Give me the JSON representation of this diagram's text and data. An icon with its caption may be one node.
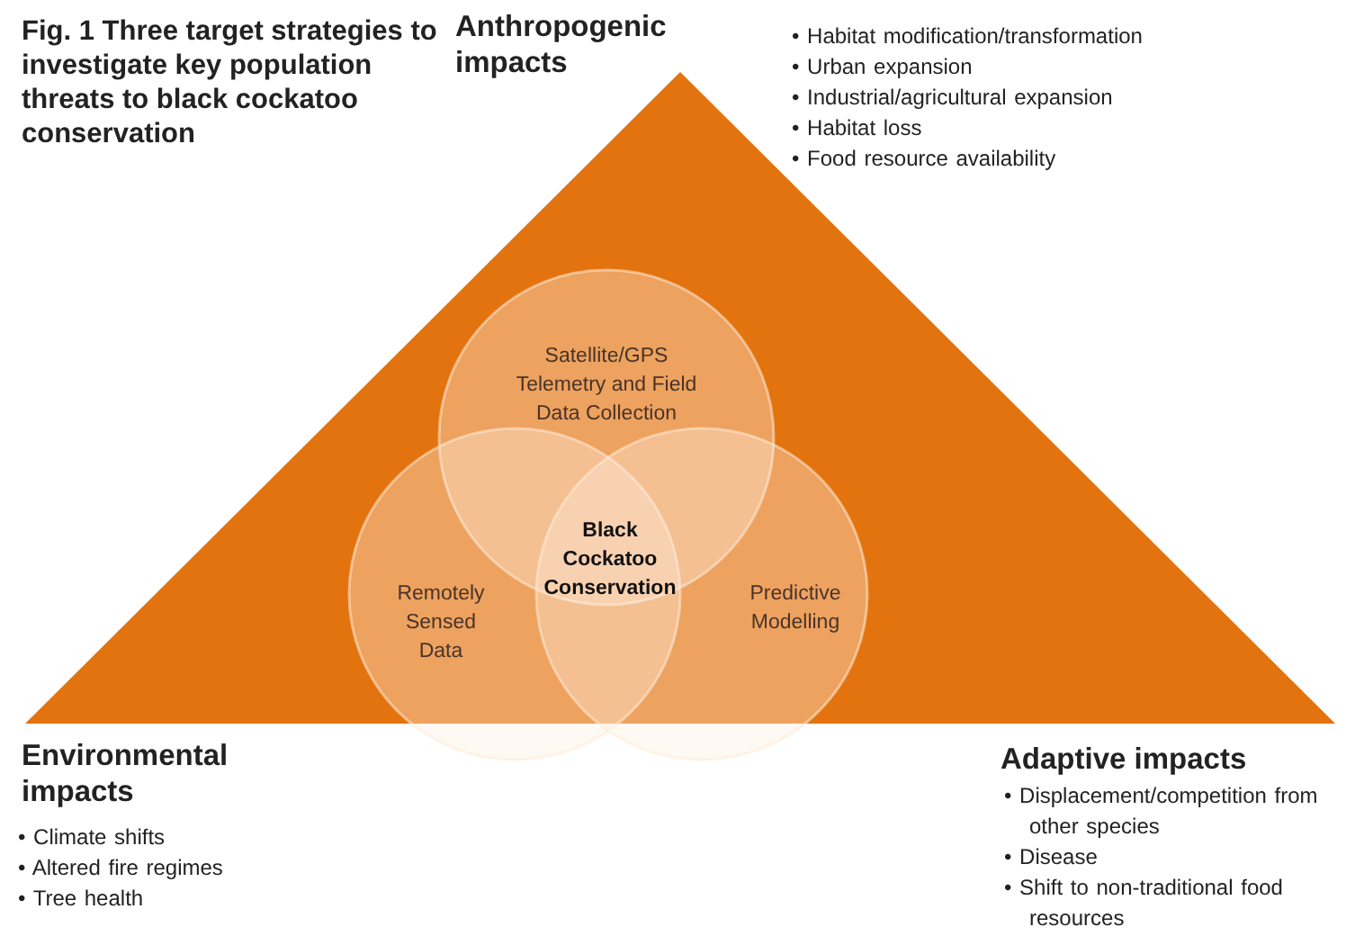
{
  "diagram": {
    "title": "Fig. 1 Three target strategies to investigate key population threats to black cockatoo conservation",
    "nodes": [
      {
        "text": [],
        "shape": "triangle"
      },
      {
        "text": [
          "Satellite/GPS Telemetry and Field Data Collection"
        ],
        "in": 0
      },
      {
        "text": [
          "Remotely Sensed Data"
        ],
        "in": 0
      },
      {
        "text": [
          "Predictive Modelling"
        ],
        "in": 0
      }
    ],
    "edges": [],
    "labels": [
      "Black Cockatoo Conservation",
      "Anthropogenic impacts",
      "• Habitat modification/transformation",
      "• Urban expansion",
      "• Industrial/agricultural expansion",
      "• Habitat loss",
      "• Food resource availability",
      "Environmental impacts",
      "• Climate shifts",
      "• Altered fire regimes",
      "• Tree health",
      "Adaptive impacts",
      "• Displacement/competition from other species",
      "• Disease",
      "• Shift to non-traditional food resources"
    ]
  }
}
